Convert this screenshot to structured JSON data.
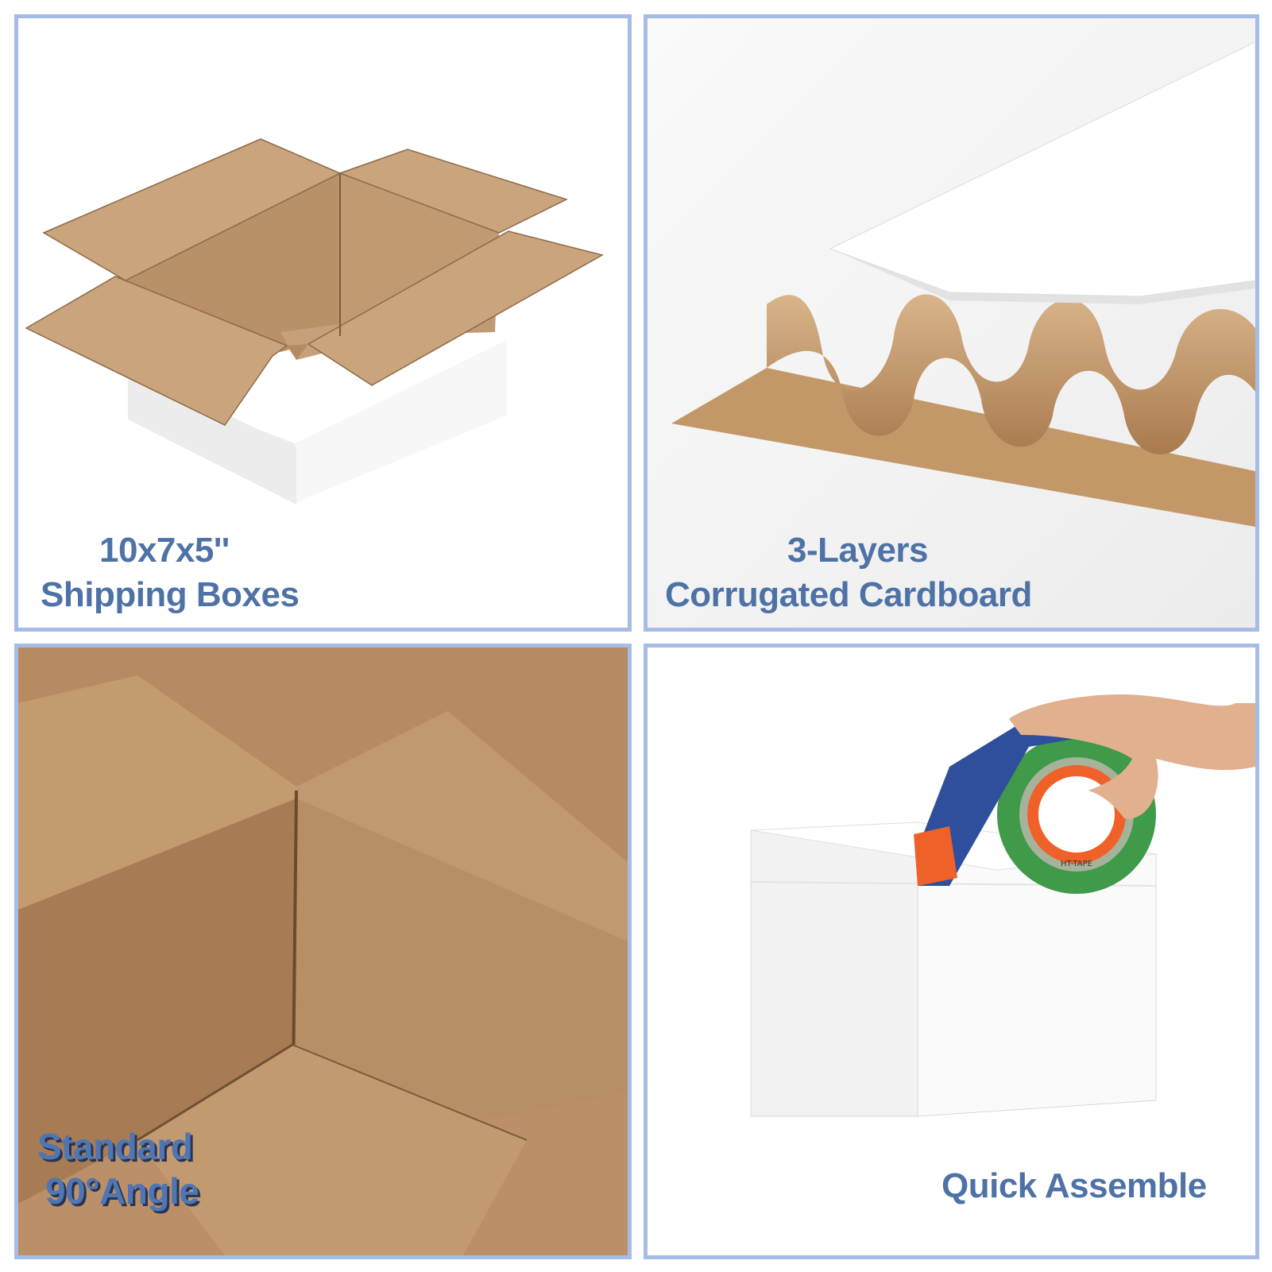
{
  "panels": [
    {
      "id": "shipping-boxes",
      "caption": {
        "line1": "10x7x5''",
        "line2": "Shipping Boxes"
      },
      "image": "open-white-box-with-kraft-interior"
    },
    {
      "id": "corrugated",
      "caption": {
        "line1": "3-Layers",
        "line2": "Corrugated Cardboard"
      },
      "image": "corrugated-cardboard-cross-section"
    },
    {
      "id": "standard-angle",
      "caption": {
        "line1": "Standard",
        "line2": "90°Angle"
      },
      "image": "box-interior-corner"
    },
    {
      "id": "quick-assemble",
      "caption": {
        "line1": "Quick Assemble"
      },
      "image": "tape-dispenser-sealing-box",
      "tape_label": "HT-TAPE"
    }
  ],
  "colors": {
    "border": "#a4bce6",
    "caption_text": "#4f72a6",
    "kraft": "#c7a27c",
    "kraft_dark": "#a97e55",
    "box_white": "#f3f3f3",
    "dispenser_blue": "#2f4f9c",
    "dispenser_orange": "#f0612a",
    "tape_green": "#3f9a4a"
  }
}
